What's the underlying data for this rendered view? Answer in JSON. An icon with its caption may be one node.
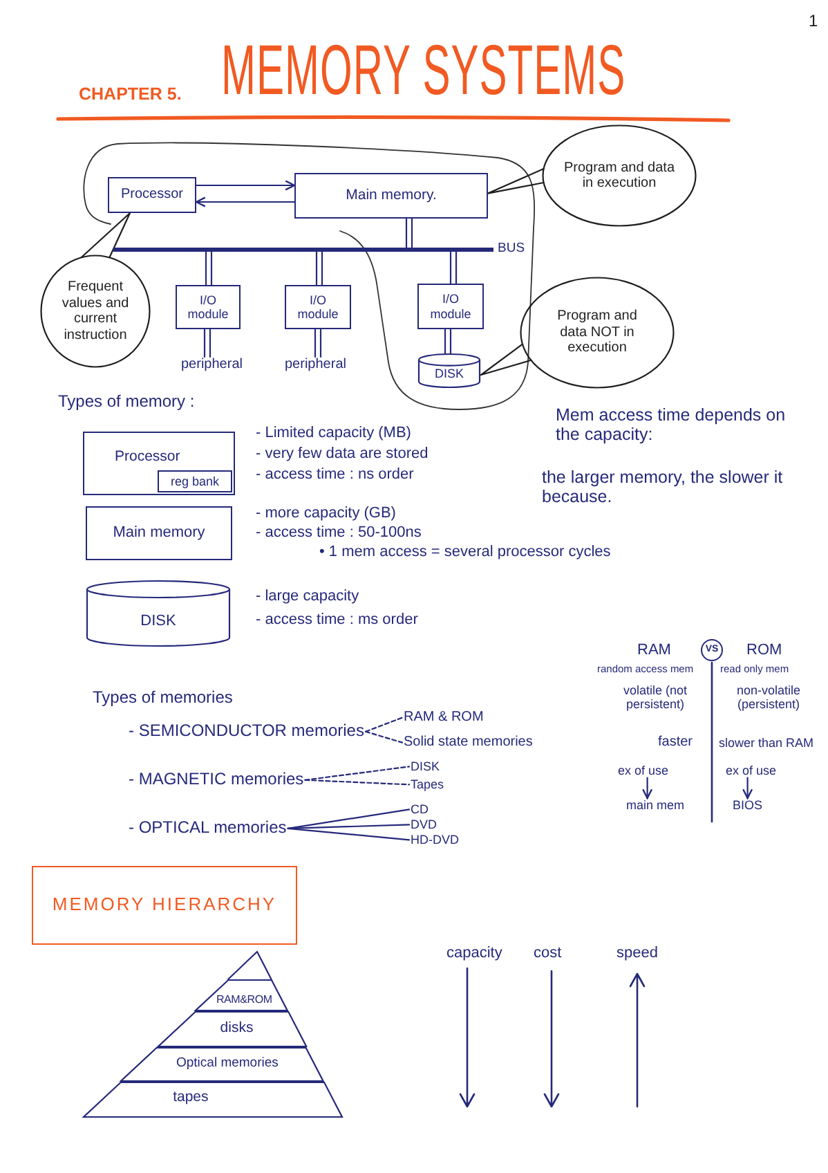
{
  "diagram": {
    "title": "MEMORY SYSTEMS",
    "nodes": [
      {
        "text": [
          "Processor"
        ]
      },
      {
        "text": [
          "Main memory."
        ]
      },
      {
        "text": [
          "Program and data in execution"
        ]
      },
      {
        "text": [
          "Frequent values and current instruction"
        ]
      },
      {
        "text": [],
        "shape": "bar",
        "beside": [
          "BUS"
        ]
      },
      {
        "text": [
          "I/O module"
        ]
      },
      {
        "text": [
          "I/O module"
        ]
      },
      {
        "text": [
          "I/O module"
        ]
      },
      {
        "text": [
          "Program and data NOT in execution"
        ]
      },
      {
        "text": [
          "peripheral"
        ]
      },
      {
        "text": [
          "peripheral"
        ]
      },
      {
        "text": [
          "DISK"
        ]
      },
      {
        "text": [
          "Processor"
        ],
        "beside": [
          "- Limited capacity (MB)",
          "- very few data are stored",
          "- access time : ns order"
        ]
      },
      {
        "text": [
          "reg bank"
        ],
        "in": 12
      },
      {
        "text": [
          "Main memory"
        ],
        "beside": [
          "- more capacity (GB)",
          "- access time : 50-100ns",
          "• 1 mem access = several processor cycles"
        ]
      },
      {
        "text": [
          "DISK"
        ],
        "beside": [
          "- large capacity",
          "- access time : ms order"
        ]
      },
      {
        "text": [
          "- SEMICONDUCTOR memories"
        ]
      },
      {
        "text": [
          "RAM & ROM"
        ]
      },
      {
        "text": [
          "Solid state memories"
        ]
      },
      {
        "text": [
          "- MAGNETIC memories"
        ]
      },
      {
        "text": [
          "DISK"
        ]
      },
      {
        "text": [
          "Tapes"
        ]
      },
      {
        "text": [
          "- OPTICAL memories"
        ]
      },
      {
        "text": [
          "CD"
        ]
      },
      {
        "text": [
          "DVD"
        ]
      },
      {
        "text": [
          "HD-DVD"
        ]
      },
      {
        "text": [
          "VS"
        ]
      },
      {
        "text": [
          "ex of use"
        ]
      },
      {
        "text": [
          "main mem"
        ]
      },
      {
        "text": [
          "ex of use"
        ]
      },
      {
        "text": [
          "BIOS"
        ]
      },
      {
        "text": [
          "MEMORY HIERARCHY"
        ]
      },
      {
        "text": [
          "RAM&ROM"
        ]
      },
      {
        "text": [
          "disks"
        ]
      },
      {
        "text": [
          "Optical memories"
        ]
      },
      {
        "text": [
          "tapes"
        ]
      }
    ],
    "edges": [
      {
        "from": 0,
        "to": 1,
        "arrow": "to"
      },
      {
        "from": 1,
        "to": 0,
        "arrow": "to"
      },
      {
        "from": 2,
        "to": 1,
        "arrow": "none",
        "color": "#1f1f1f"
      },
      {
        "from": 3,
        "to": 0,
        "arrow": "none",
        "color": "#1f1f1f"
      },
      {
        "from": 1,
        "to": 4,
        "arrow": "none"
      },
      {
        "from": 4,
        "to": 5,
        "arrow": "none"
      },
      {
        "from": 4,
        "to": 6,
        "arrow": "none"
      },
      {
        "from": 4,
        "to": 7,
        "arrow": "none"
      },
      {
        "from": 5,
        "to": 9,
        "arrow": "none"
      },
      {
        "from": 6,
        "to": 10,
        "arrow": "none"
      },
      {
        "from": 7,
        "to": 11,
        "arrow": "none"
      },
      {
        "from": 8,
        "to": 11,
        "arrow": "none",
        "color": "#1f1f1f"
      },
      {
        "from": 16,
        "to": 17,
        "arrow": "none",
        "style": "dashed"
      },
      {
        "from": 16,
        "to": 18,
        "arrow": "none",
        "style": "dashed"
      },
      {
        "from": 19,
        "to": 20,
        "arrow": "none",
        "style": "dashed"
      },
      {
        "from": 19,
        "to": 21,
        "arrow": "none",
        "style": "dashed"
      },
      {
        "from": 22,
        "to": 23,
        "arrow": "none"
      },
      {
        "from": 22,
        "to": 24,
        "arrow": "none"
      },
      {
        "from": 22,
        "to": 25,
        "arrow": "none"
      },
      {
        "from": 27,
        "to": 28,
        "arrow": "to"
      },
      {
        "from": 29,
        "to": 30,
        "arrow": "to"
      }
    ],
    "labels": [
      "1",
      "CHAPTER 5.",
      "Types of memory :",
      "Mem access time depends on the capacity:",
      "the larger memory, the slower it because.",
      "Types of memories",
      "RAM",
      "ROM",
      "random access mem",
      "read only mem",
      "volatile (not persistent)",
      "non-volatile (persistent)",
      "faster",
      "slower than RAM",
      "capacity",
      "cost",
      "speed"
    ]
  }
}
